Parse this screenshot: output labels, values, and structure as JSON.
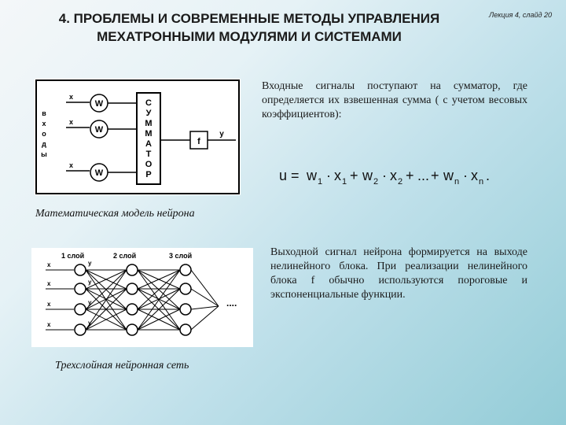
{
  "slide": {
    "title_line1": "4. ПРОБЛЕМЫ И СОВРЕМЕННЫЕ МЕТОДЫ УПРАВЛЕНИЯ",
    "title_line2": "МЕХАТРОННЫМИ МОДУЛЯМИ И СИСТЕМАМИ",
    "slide_ref": "Лекция 4, слайд 20"
  },
  "text": {
    "paragraph1": "Входные сигналы поступают на сумматор, где определяется их взвешенная сумма ( с учетом весовых коэффициентов):",
    "paragraph2": "Выходной сигнал нейрона формируется на выходе нелинейного блока. При реализации нелинейного блока f обычно используются пороговые и экспоненциальные функции."
  },
  "formula": {
    "u": "u",
    "eq": "=",
    "w": "w",
    "x": "x",
    "sub1": "1",
    "sub2": "2",
    "subn": "n",
    "dot": "·",
    "plus": "+",
    "ellipsis": "...",
    "end": "."
  },
  "neuron_model": {
    "caption": "Математическая модель нейрона",
    "inputs_label": [
      "в",
      "х",
      "о",
      "д",
      "ы"
    ],
    "input_x": "x",
    "weight": "W",
    "adder_label": [
      "С",
      "У",
      "М",
      "М",
      "А",
      "Т",
      "О",
      "Р"
    ],
    "nonlinear_block": "f",
    "output": "y"
  },
  "network": {
    "caption": "Трехслойная нейронная сеть",
    "layer1": "1 слой",
    "layer2": "2 слой",
    "layer3": "3 слой",
    "input_x": "x",
    "output_y": "y",
    "dots": "...."
  }
}
